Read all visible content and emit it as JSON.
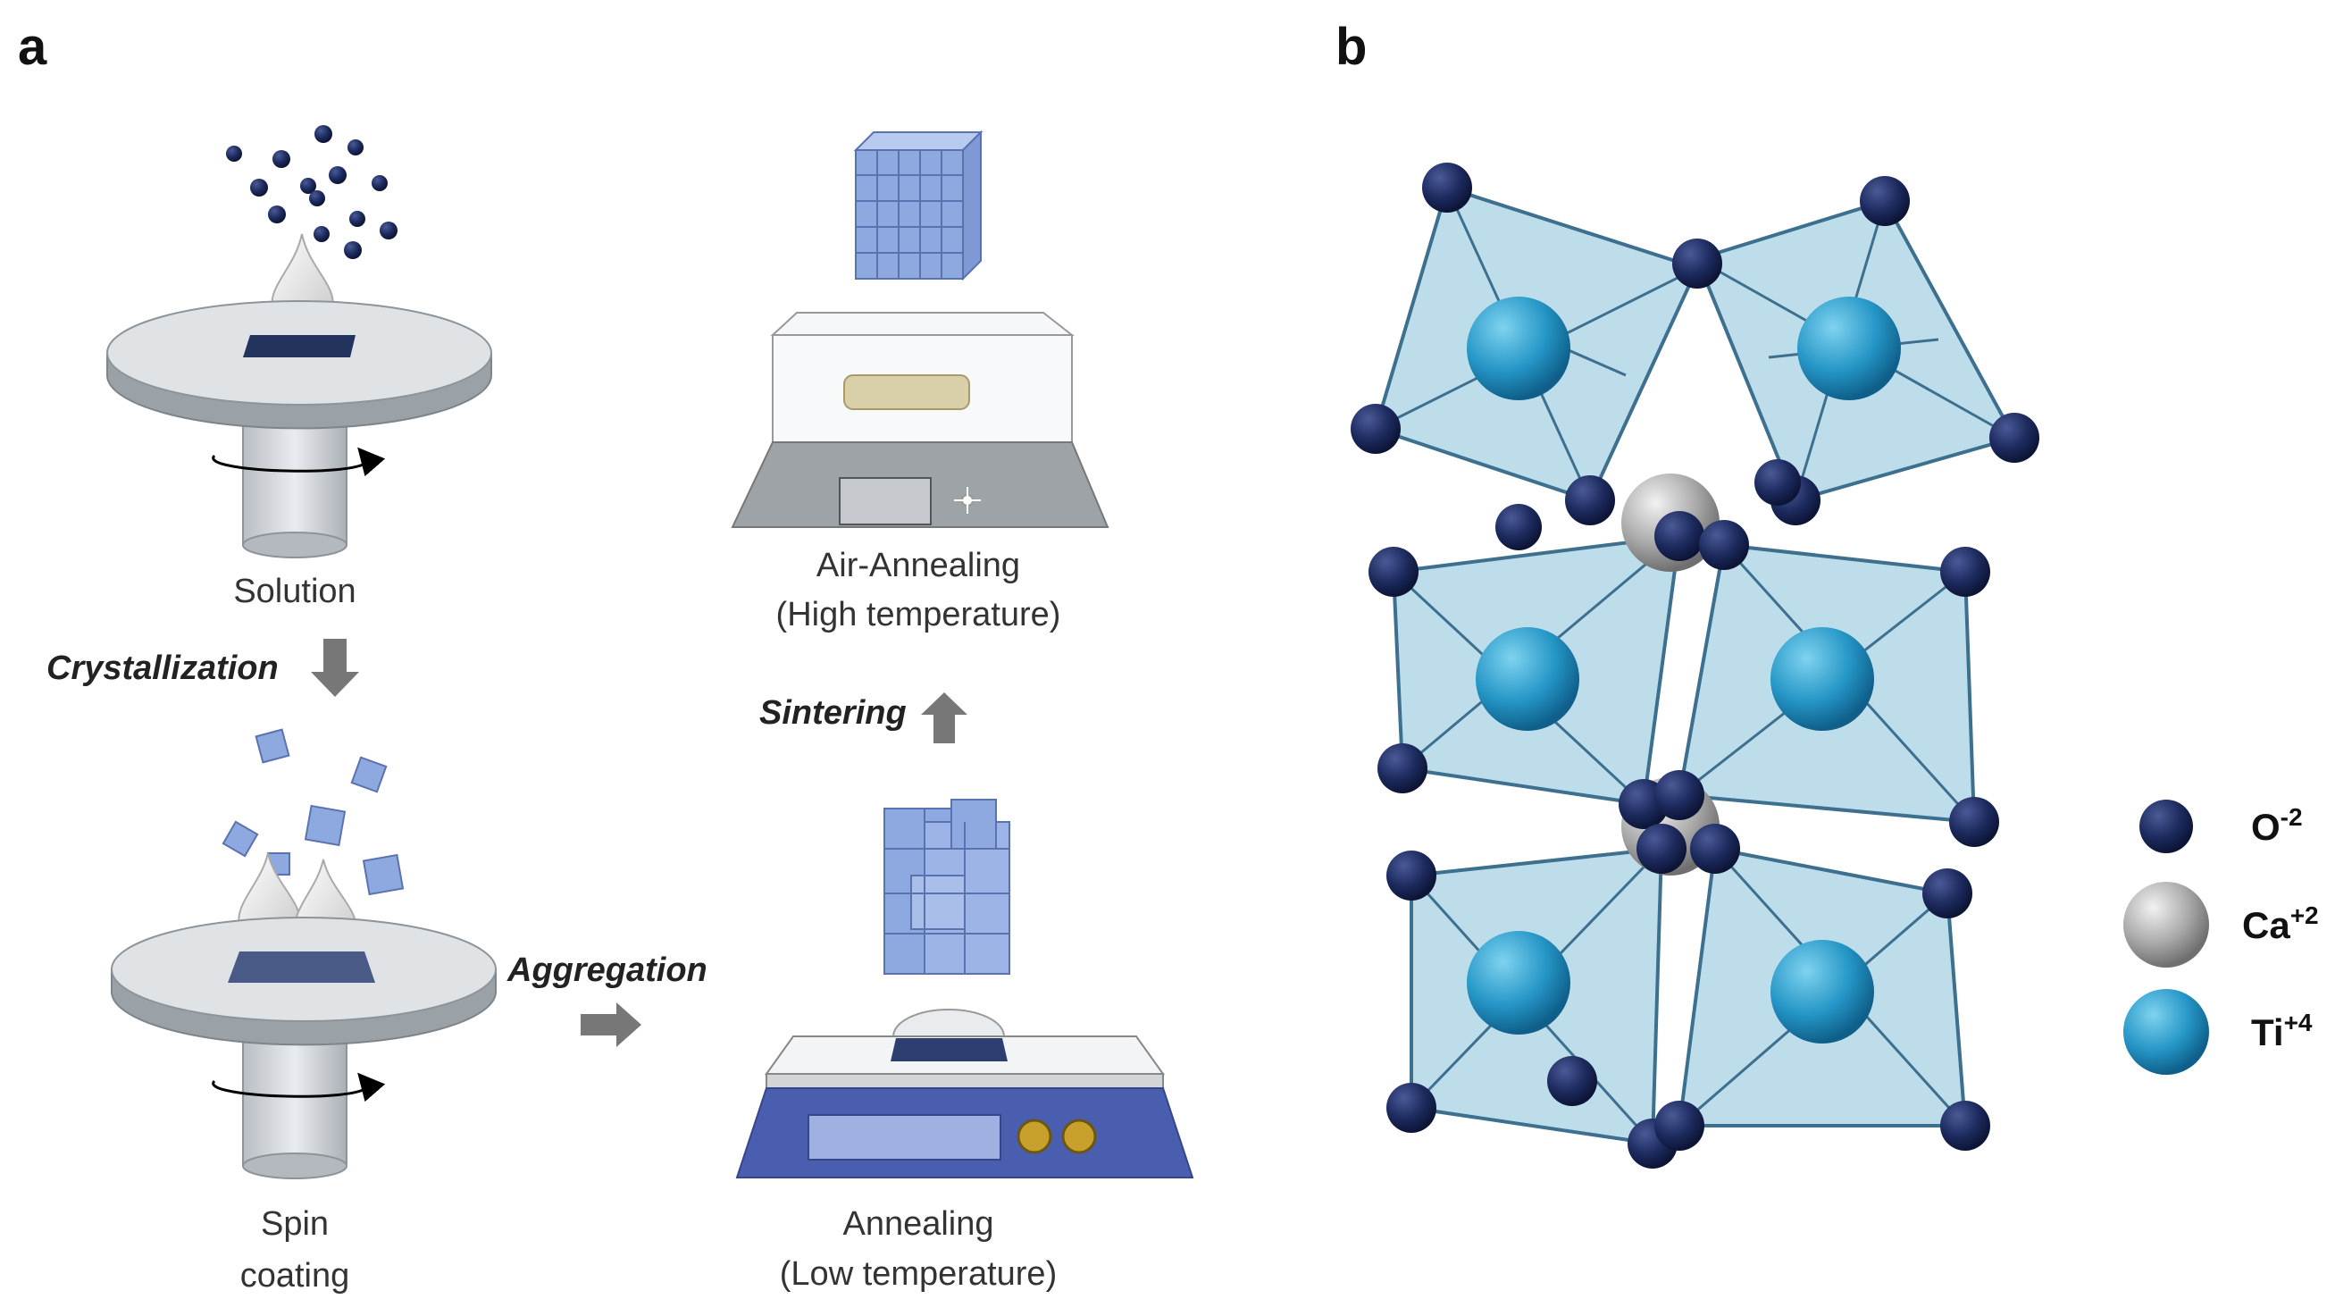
{
  "panels": {
    "a": "a",
    "b": "b"
  },
  "steps": {
    "solution": "Solution",
    "spin_1": "Spin",
    "spin_2": "coating",
    "annealing_1": "Annealing",
    "annealing_2": "(Low temperature)",
    "air_1": "Air-Annealing",
    "air_2": "(High temperature)"
  },
  "arrows": {
    "crystallization": "Crystallization",
    "aggregation": "Aggregation",
    "sintering": "Sintering"
  },
  "legend": [
    {
      "symbol": "O",
      "charge": "-2",
      "color": "#16214f"
    },
    {
      "symbol": "Ca",
      "charge": "+2",
      "color": "#8c8c8c"
    },
    {
      "symbol": "Ti",
      "charge": "+4",
      "color": "#1b8fc0"
    }
  ]
}
